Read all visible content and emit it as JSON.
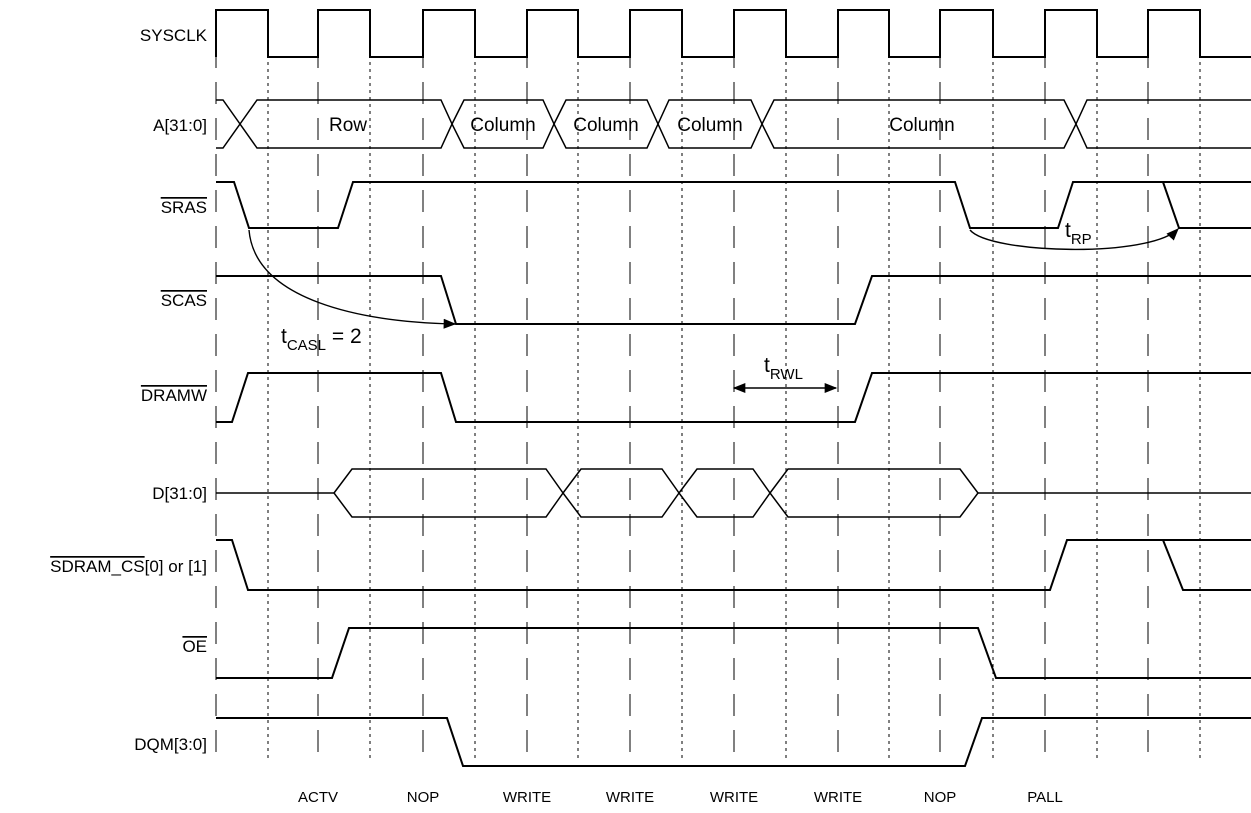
{
  "signals": [
    {
      "name": "SYSCLK",
      "overbar": ""
    },
    {
      "name": "A[31:0]",
      "overbar": ""
    },
    {
      "name": "",
      "overbar": "SRAS"
    },
    {
      "name": "",
      "overbar": "SCAS"
    },
    {
      "name": "",
      "overbar": "DRAMW"
    },
    {
      "name": "D[31:0]",
      "overbar": ""
    },
    {
      "name": "[0] or [1]",
      "overbar": "SDRAM_CS"
    },
    {
      "name": "",
      "overbar": "OE"
    },
    {
      "name": "DQM[3:0]",
      "overbar": ""
    }
  ],
  "address_bus": {
    "row": "Row",
    "columns": [
      "Column",
      "Column",
      "Column",
      "Column"
    ]
  },
  "commands": [
    "ACTV",
    "NOP",
    "WRITE",
    "WRITE",
    "WRITE",
    "WRITE",
    "NOP",
    "PALL"
  ],
  "timings": {
    "casl": {
      "t": "t",
      "sub": "CASL",
      "suffix": " = 2"
    },
    "rwl": {
      "t": "t",
      "sub": "RWL"
    },
    "rp": {
      "t": "t",
      "sub": "RP"
    }
  }
}
